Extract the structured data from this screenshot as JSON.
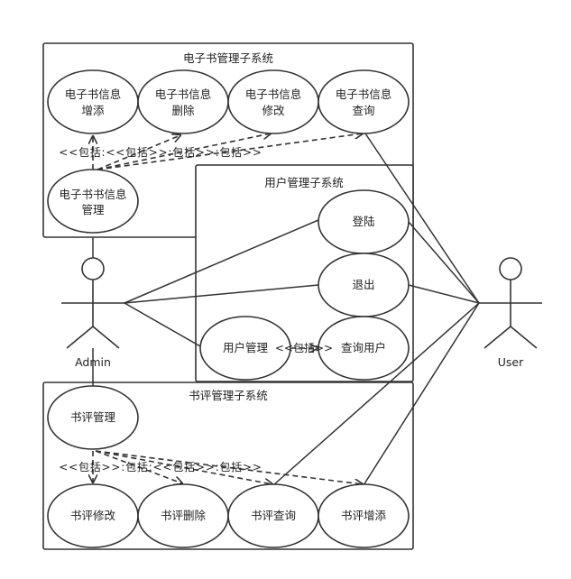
{
  "subsystems": {
    "ebook": {
      "title": "电子书管理子系统"
    },
    "user": {
      "title": "用户管理子系统"
    },
    "review": {
      "title": "书评管理子系统"
    }
  },
  "actors": {
    "admin": {
      "label": "Admin"
    },
    "user": {
      "label": "User"
    }
  },
  "usecases": {
    "ebook_add": [
      "电子书信息",
      "增添"
    ],
    "ebook_delete": [
      "电子书信息",
      "删除"
    ],
    "ebook_modify": [
      "电子书信息",
      "修改"
    ],
    "ebook_query": [
      "电子书信息",
      "查询"
    ],
    "ebook_manage": [
      "电子书书信息",
      "管理"
    ],
    "login": [
      "登陆"
    ],
    "logout": [
      "退出"
    ],
    "user_manage": [
      "用户管理"
    ],
    "query_user": [
      "查询用户"
    ],
    "review_manage": [
      "书评管理"
    ],
    "review_modify": [
      "书评修改"
    ],
    "review_delete": [
      "书评删除"
    ],
    "review_query": [
      "书评查询"
    ],
    "review_add": [
      "书评增添"
    ]
  },
  "include_labels": {
    "ebook_row": "<<包括:<<包括>>:包括>>:包括>>",
    "user_row": "<<包括>>",
    "review_row": "<<包括>>:包括:<<包括>>:包括>>"
  }
}
